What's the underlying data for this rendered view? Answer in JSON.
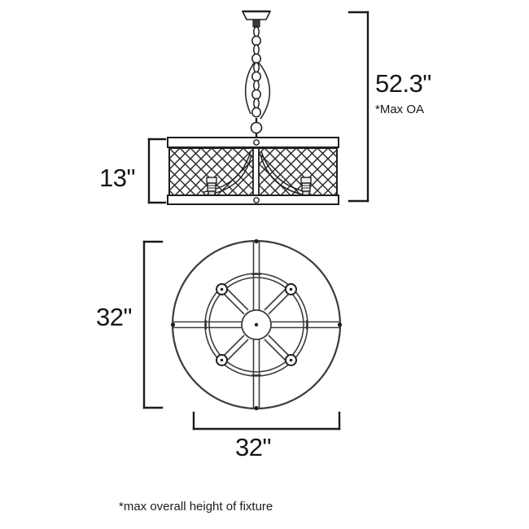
{
  "drawing": {
    "title": "Pendant fixture dimension drawing",
    "background_color": "#ffffff",
    "line_color": "#222222",
    "text_color": "#161616"
  },
  "dimensions": {
    "overall_height": {
      "value": "52.3\"",
      "note": "*Max OA",
      "orientation": "vertical",
      "measures": "overall-drop-height"
    },
    "shade_height": {
      "value": "13\"",
      "orientation": "vertical",
      "measures": "drum-shade-height"
    },
    "diameter_vertical": {
      "value": "32\"",
      "orientation": "vertical",
      "measures": "plan-view-diameter"
    },
    "diameter_horizontal": {
      "value": "32\"",
      "orientation": "horizontal",
      "measures": "plan-view-diameter"
    }
  },
  "footnote": {
    "text": "*max overall height of fixture"
  },
  "views": {
    "elevation": {
      "name": "side-elevation-view",
      "parts": [
        "ceiling-canopy",
        "hanging-chain",
        "power-cord-loop",
        "drum-shade-top-rail",
        "drum-shade-mesh-body",
        "drum-shade-center-divider",
        "drum-shade-bottom-rail",
        "lamp-socket-left",
        "lamp-socket-right"
      ]
    },
    "plan": {
      "name": "top-plan-view",
      "parts": [
        "outer-ring",
        "inner-double-ring",
        "center-hub",
        "orthogonal-spokes",
        "diagonal-spokes",
        "spoke-nodes"
      ]
    }
  }
}
